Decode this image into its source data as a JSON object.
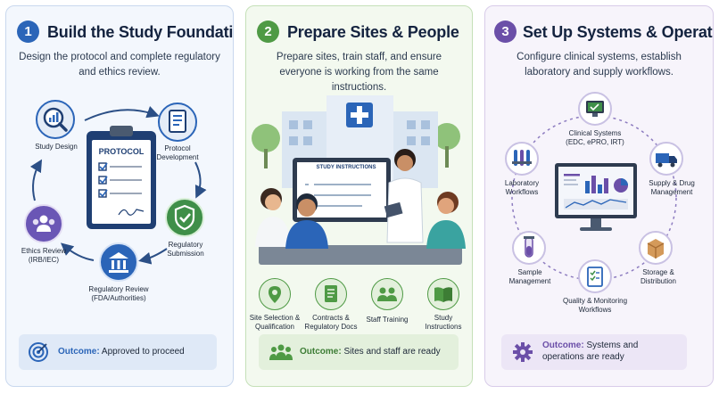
{
  "steps": [
    {
      "number": "1",
      "title": "Build the Study Foundation",
      "description": "Design the protocol and complete regulatory and ethics review.",
      "center_label": "PROTOCOL",
      "cycle": [
        "Study Design",
        "Protocol Development",
        "Regulatory Submission",
        "Regulatory Review (FDA/Authorities)",
        "Ethics Review (IRB/IEC)"
      ],
      "outcome_label": "Outcome:",
      "outcome_text": "Approved to proceed",
      "accent": "#2b65b8"
    },
    {
      "number": "2",
      "title": "Prepare Sites & People",
      "description": "Prepare sites, train staff, and ensure everyone is working from the same instructions.",
      "screen_label": "STUDY INSTRUCTIONS",
      "activities": [
        "Site Selection & Qualification",
        "Contracts & Regulatory Docs",
        "Staff Training",
        "Study Instructions"
      ],
      "outcome_label": "Outcome:",
      "outcome_text": "Sites and staff are ready",
      "accent": "#4f9a45"
    },
    {
      "number": "3",
      "title": "Set Up Systems & Operations",
      "description": "Configure clinical systems, establish laboratory and supply workflows.",
      "workflows": [
        "Clinical Systems (EDC, ePRO, IRT)",
        "Supply & Drug Management",
        "Storage & Distribution",
        "Quality & Monitoring Workflows",
        "Sample Management",
        "Laboratory Workflows"
      ],
      "outcome_label": "Outcome:",
      "outcome_text": "Systems and operations are ready",
      "accent": "#6b4fa8"
    }
  ]
}
